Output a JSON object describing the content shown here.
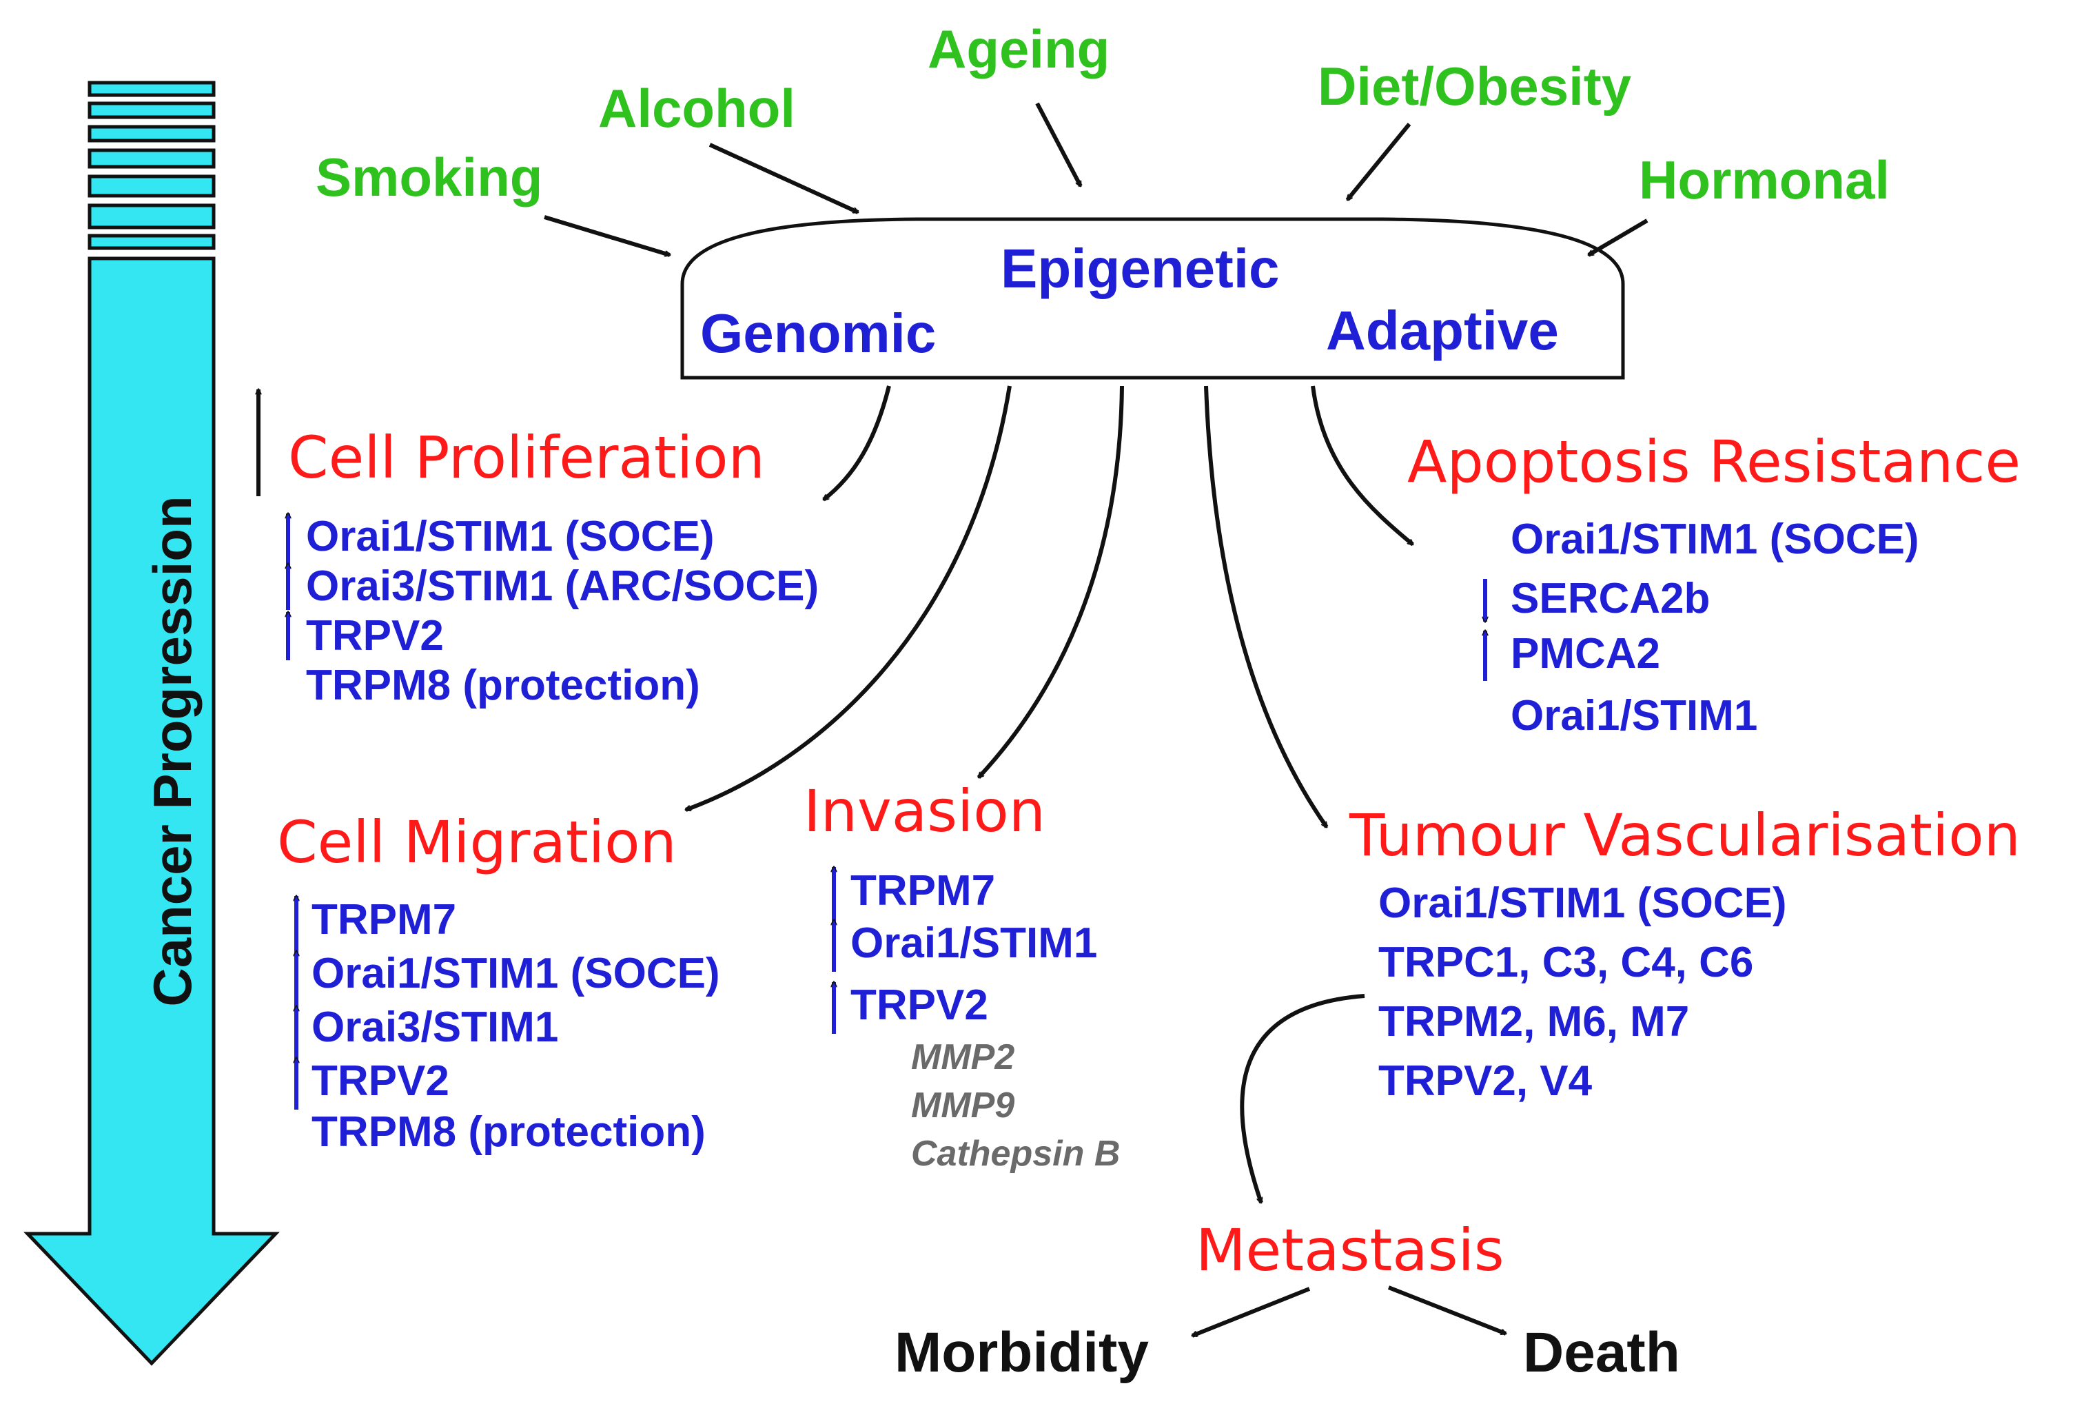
{
  "progression_arrow": {
    "label": "Cancer Progression",
    "color": "#33e6f2"
  },
  "factors": {
    "smoking": "Smoking",
    "alcohol": "Alcohol",
    "ageing": "Ageing",
    "diet": "Diet/Obesity",
    "hormonal": "Hormonal"
  },
  "hub": {
    "epigenetic": "Epigenetic",
    "genomic": "Genomic",
    "adaptive": "Adaptive"
  },
  "proliferation": {
    "title": "Cell Proliferation",
    "items": [
      "Orai1/STIM1 (SOCE)",
      "Orai3/STIM1 (ARC/SOCE)",
      "TRPV2",
      "TRPM8 (protection)"
    ]
  },
  "apoptosis": {
    "title": "Apoptosis Resistance",
    "items": [
      "Orai1/STIM1 (SOCE)",
      "SERCA2b",
      "PMCA2",
      "Orai1/STIM1"
    ]
  },
  "migration": {
    "title": "Cell Migration",
    "items": [
      "TRPM7",
      "Orai1/STIM1 (SOCE)",
      "Orai3/STIM1",
      "TRPV2",
      "TRPM8 (protection)"
    ]
  },
  "invasion": {
    "title": "Invasion",
    "items": [
      "TRPM7",
      "Orai1/STIM1",
      "TRPV2"
    ],
    "enzymes": [
      "MMP2",
      "MMP9",
      "Cathepsin B"
    ]
  },
  "vascularisation": {
    "title": "Tumour Vascularisation",
    "items": [
      "Orai1/STIM1 (SOCE)",
      "TRPC1, C3, C4, C6",
      "TRPM2, M6, M7",
      "TRPV2, V4"
    ]
  },
  "metastasis": {
    "title": "Metastasis",
    "morbidity": "Morbidity",
    "death": "Death"
  },
  "colors": {
    "factor": "#2fc21f",
    "hub_text": "#1f1fd6",
    "category": "#ff1a1a",
    "item": "#1f1fd6",
    "enzyme": "#6a6a6a",
    "outcome": "#111111"
  }
}
